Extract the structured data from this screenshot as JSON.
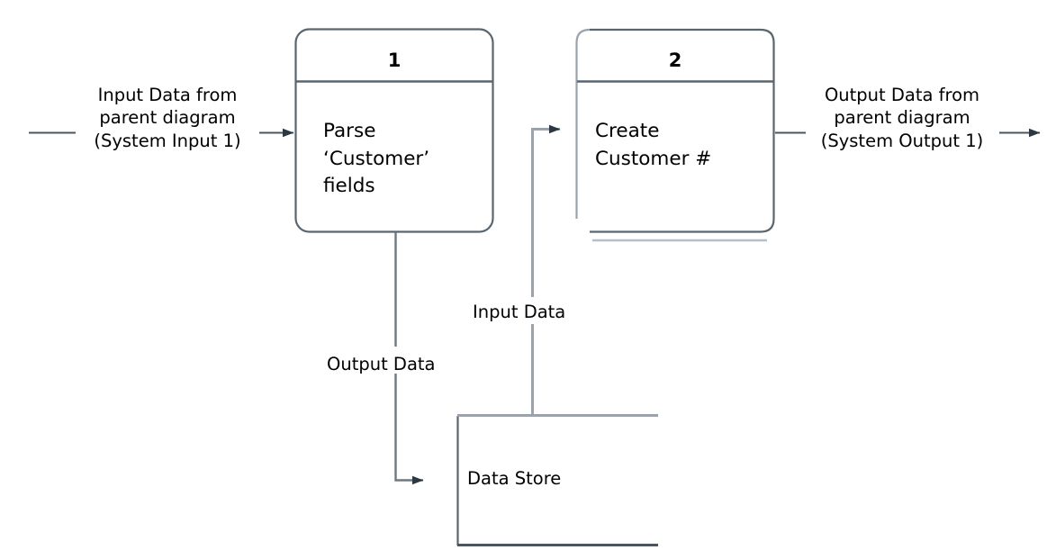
{
  "diagram": {
    "type": "data-flow-diagram",
    "colors": {
      "line": "#3D4852",
      "line_light": "#9AA3AB",
      "text": "#000000",
      "background": "#FFFFFF"
    },
    "processes": [
      {
        "number": "1",
        "name": "Parse\n‘Customer’\nfields"
      },
      {
        "number": "2",
        "name": "Create\nCustomer #"
      }
    ],
    "data_store": {
      "label": "Data Store"
    },
    "flows": [
      {
        "id": "system-input",
        "label": "Input Data from\nparent diagram\n(System Input 1)",
        "direction": "right",
        "target": "process-1"
      },
      {
        "id": "output-data",
        "label": "Output Data",
        "direction": "down-right",
        "source": "process-1",
        "target": "data-store"
      },
      {
        "id": "input-data",
        "label": "Input Data",
        "direction": "up-right",
        "source": "data-store",
        "target": "process-2"
      },
      {
        "id": "system-output",
        "label": "Output Data from\nparent diagram\n(System Output 1)",
        "direction": "right",
        "source": "process-2"
      }
    ]
  }
}
